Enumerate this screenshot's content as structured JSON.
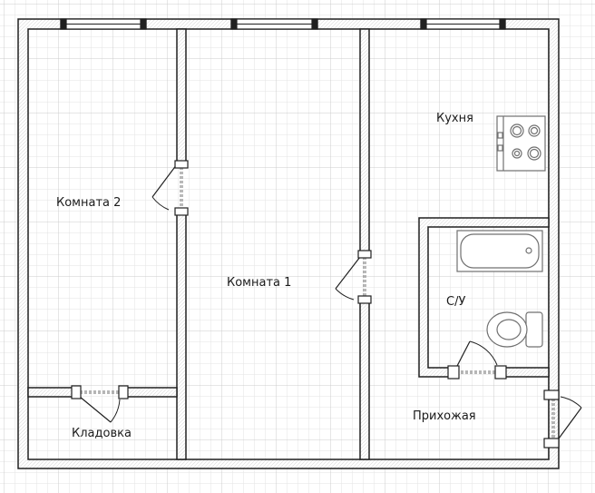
{
  "rooms": {
    "room2": "Комната 2",
    "room1": "Комната 1",
    "kitchen": "Кухня",
    "bathroom": "С/У",
    "storage": "Кладовка",
    "hallway": "Прихожая"
  },
  "colors": {
    "background": "#ffffff",
    "grid_minor": "#e3e3e3",
    "grid_major": "#cccccc",
    "wall_outline": "#202020",
    "wall_fill": "#ffffff",
    "door_dashed": "#8a8a8a",
    "fixture_stroke": "#707070"
  }
}
